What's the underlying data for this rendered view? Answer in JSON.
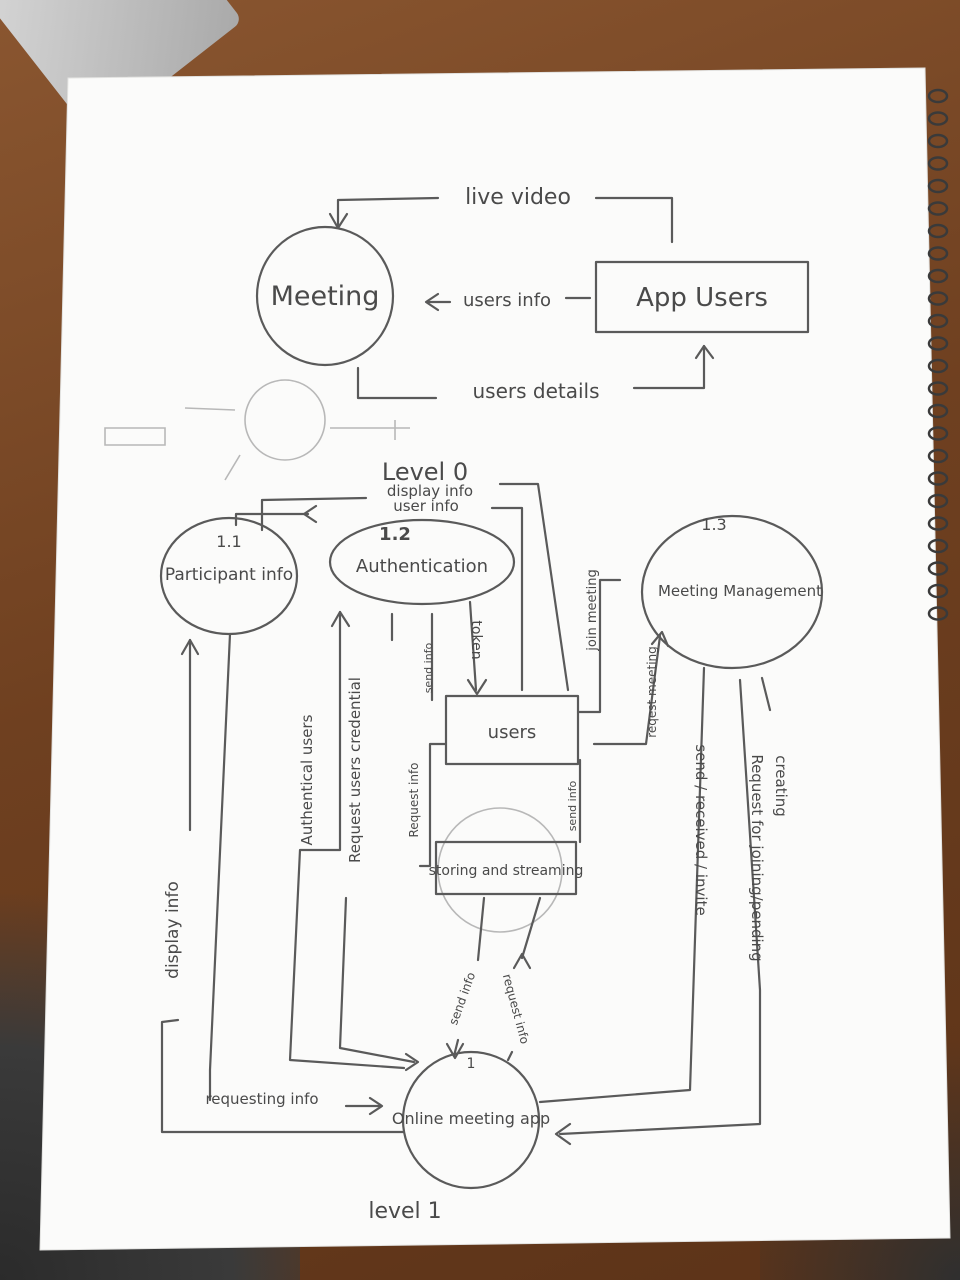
{
  "level0": {
    "heading": "Level 0",
    "process": "Meeting",
    "entity": "App Users",
    "flows": {
      "live_video": "live video",
      "users_info": "users info",
      "users_details": "users details"
    }
  },
  "level1": {
    "heading": "level 1",
    "processes": [
      {
        "id": "1.1",
        "name": "Participant info"
      },
      {
        "id": "1.2",
        "name": "Authentication"
      },
      {
        "id": "1.3",
        "name": "Meeting Management"
      }
    ],
    "data_stores": [
      {
        "name": "users"
      },
      {
        "name": "storing and streaming"
      }
    ],
    "central_process": {
      "id": "1",
      "name": "Online meeting app"
    },
    "flows": {
      "display_info_top": "display info",
      "user_info_top": "user info",
      "send_info": "send info",
      "token": "token",
      "join_meeting": "join meeting",
      "request_meeting": "reqest meeting",
      "request_info_users": "Request info",
      "send_info_users": "send info",
      "authentical_users": "Authentical users",
      "request_users_credential": "Request users credential",
      "display_info_left": "display info",
      "requesting_info": "requesting info",
      "send_info_store": "send info",
      "request_info_store": "request info",
      "send_received_invite": "send / received / invite",
      "request_join_pending": "Request for joining/pending",
      "creating": "creating"
    }
  },
  "colors": {
    "pencil": "#4a4a4a",
    "paper": "#fbfbfa",
    "desk": "#7a4a26"
  }
}
